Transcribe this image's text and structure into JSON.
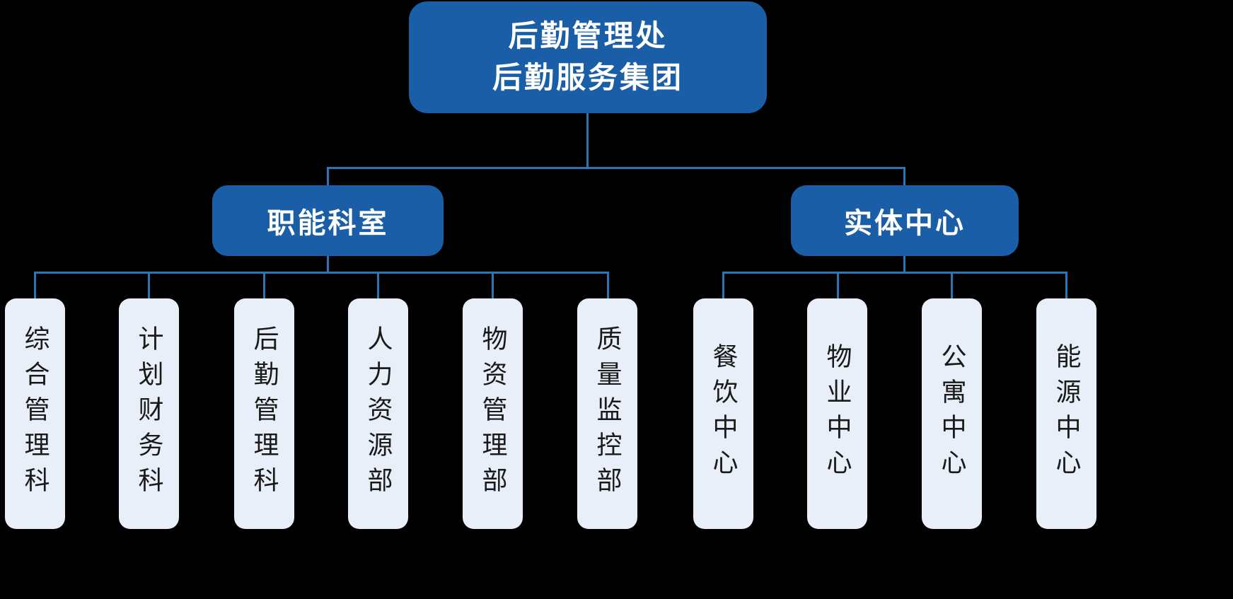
{
  "org": {
    "root": {
      "line1": "后勤管理处",
      "line2": "后勤服务集团"
    },
    "branches": [
      {
        "label": "职能科室",
        "children": [
          "综合管理科",
          "计划财务科",
          "后勤管理科",
          "人力资源部",
          "物资管理部",
          "质量监控部"
        ]
      },
      {
        "label": "实体中心",
        "children": [
          "餐饮中心",
          "物业中心",
          "公寓中心",
          "能源中心"
        ]
      }
    ]
  },
  "colors": {
    "background": "#000000",
    "node_primary": "#1A5EA8",
    "node_leaf": "#E9EFF8",
    "connector": "#2E75B6",
    "text_on_primary": "#FFFFFF",
    "text_on_leaf": "#1A1A1A"
  }
}
